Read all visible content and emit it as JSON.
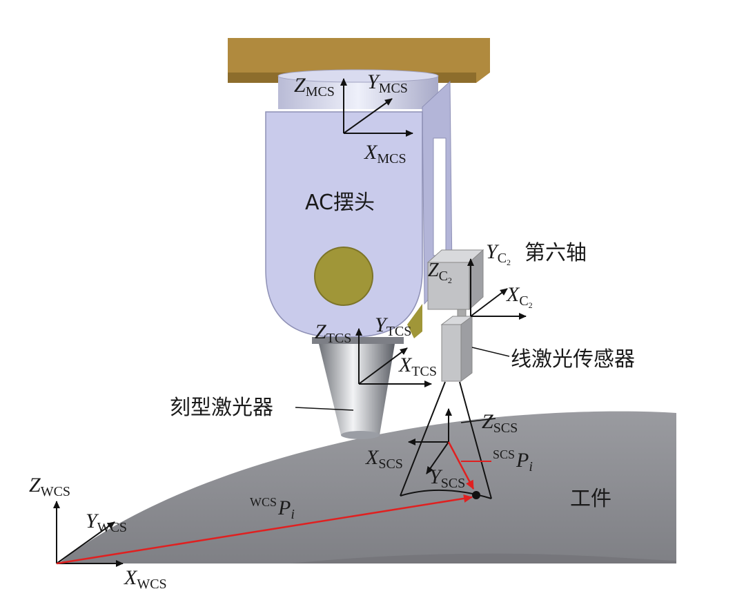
{
  "labels": {
    "head": "AC摆头",
    "axis6": "第六轴",
    "sensor": "线激光传感器",
    "engraver": "刻型激光器",
    "workpiece": "工件"
  },
  "axes": {
    "mcs": {
      "z": "Z",
      "y": "Y",
      "x": "X",
      "sub": "MCS"
    },
    "tcs": {
      "z": "Z",
      "y": "Y",
      "x": "X",
      "sub": "TCS"
    },
    "c2": {
      "z": "Z",
      "y": "Y",
      "x": "X",
      "sub": "C",
      "subsub": "2"
    },
    "scs": {
      "z": "Z",
      "y": "Y",
      "x": "X",
      "sub": "SCS"
    },
    "wcs": {
      "z": "Z",
      "y": "Y",
      "x": "X",
      "sub": "WCS"
    }
  },
  "vectors": {
    "wcs_p": {
      "pre": "WCS",
      "main": "P",
      "sub": "i"
    },
    "scs_p": {
      "pre": "SCS",
      "main": "P",
      "sub": "i"
    }
  },
  "colors": {
    "mount": "#b08a3e",
    "head": "#c9cbeb",
    "hub": "#a09638",
    "workpiece": "#8e8f94",
    "tool": "#b8bbc2",
    "vector": "#e02020"
  }
}
